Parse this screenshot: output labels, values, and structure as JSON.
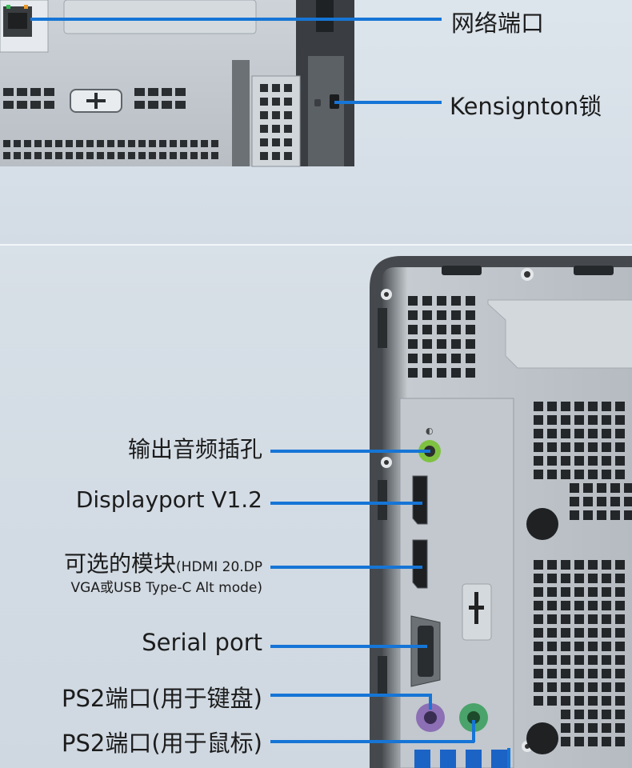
{
  "top_section": {
    "labels": {
      "network_port": "网络端口",
      "kensington_lock": "Kensignton锁"
    }
  },
  "bottom_section": {
    "labels": {
      "audio_jack": "输出音频插孔",
      "displayport": "Displayport V1.2",
      "optional_module_main": "可选的模块",
      "optional_module_suffix": "(HDMI 20.DP",
      "optional_module_line2": "VGA或USB Type-C Alt mode)",
      "serial_port": "Serial port",
      "ps2_keyboard": "PS2端口(用于键盘)",
      "ps2_mouse": "PS2端口(用于鼠标)"
    }
  },
  "colors": {
    "callout_blue": "#1675d6",
    "chassis_light": "#c9cfd4",
    "chassis_dark": "#3b3f43",
    "audio_green": "#7fc241",
    "ps2_purple": "#8c6fb5",
    "ps2_green": "#4aa36a",
    "usb_blue": "#1c63c6"
  },
  "icons": [
    "ethernet-port-icon",
    "kensington-slot-icon",
    "audio-jack-icon",
    "displayport-icon",
    "serial-port-icon",
    "ps2-keyboard-icon",
    "ps2-mouse-icon",
    "usb-port-icon"
  ]
}
